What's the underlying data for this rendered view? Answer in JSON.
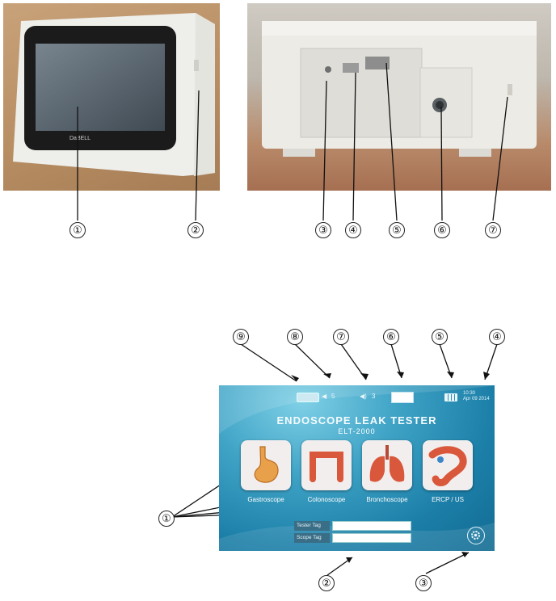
{
  "figure": {
    "photo_callouts_front": [
      "①",
      "②"
    ],
    "photo_callouts_rear": [
      "③",
      "④",
      "⑤",
      "⑥",
      "⑦"
    ],
    "screen_callouts": {
      "tiles": "①",
      "tag_fields": "②",
      "settings": "③",
      "clock": "④",
      "battery": "⑤",
      "blank_box": "⑥",
      "volume": "⑦",
      "signal": "⑧",
      "mode_icon": "⑨"
    }
  },
  "device_bezel_text": {
    "brand": "DaBELL"
  },
  "screen": {
    "status": {
      "volume_a": "5",
      "volume_b": "3",
      "time": "10:30",
      "date": "Apr 09 2014"
    },
    "title": "ENDOSCOPE LEAK TESTER",
    "model": "ELT-2000",
    "tiles": [
      {
        "label": "Gastroscope",
        "icon": "stomach-icon"
      },
      {
        "label": "Colonoscope",
        "icon": "colon-icon"
      },
      {
        "label": "Bronchoscope",
        "icon": "lungs-icon"
      },
      {
        "label": "ERCP / US",
        "icon": "pancreas-icon"
      }
    ],
    "fields": [
      {
        "label": "Tester Tag",
        "value": ""
      },
      {
        "label": "Scope Tag",
        "value": ""
      }
    ]
  },
  "colors": {
    "screen_bg": "#1c7fa8",
    "tile_bg": "#f3eeee",
    "accent_organ": "#d9573a"
  }
}
